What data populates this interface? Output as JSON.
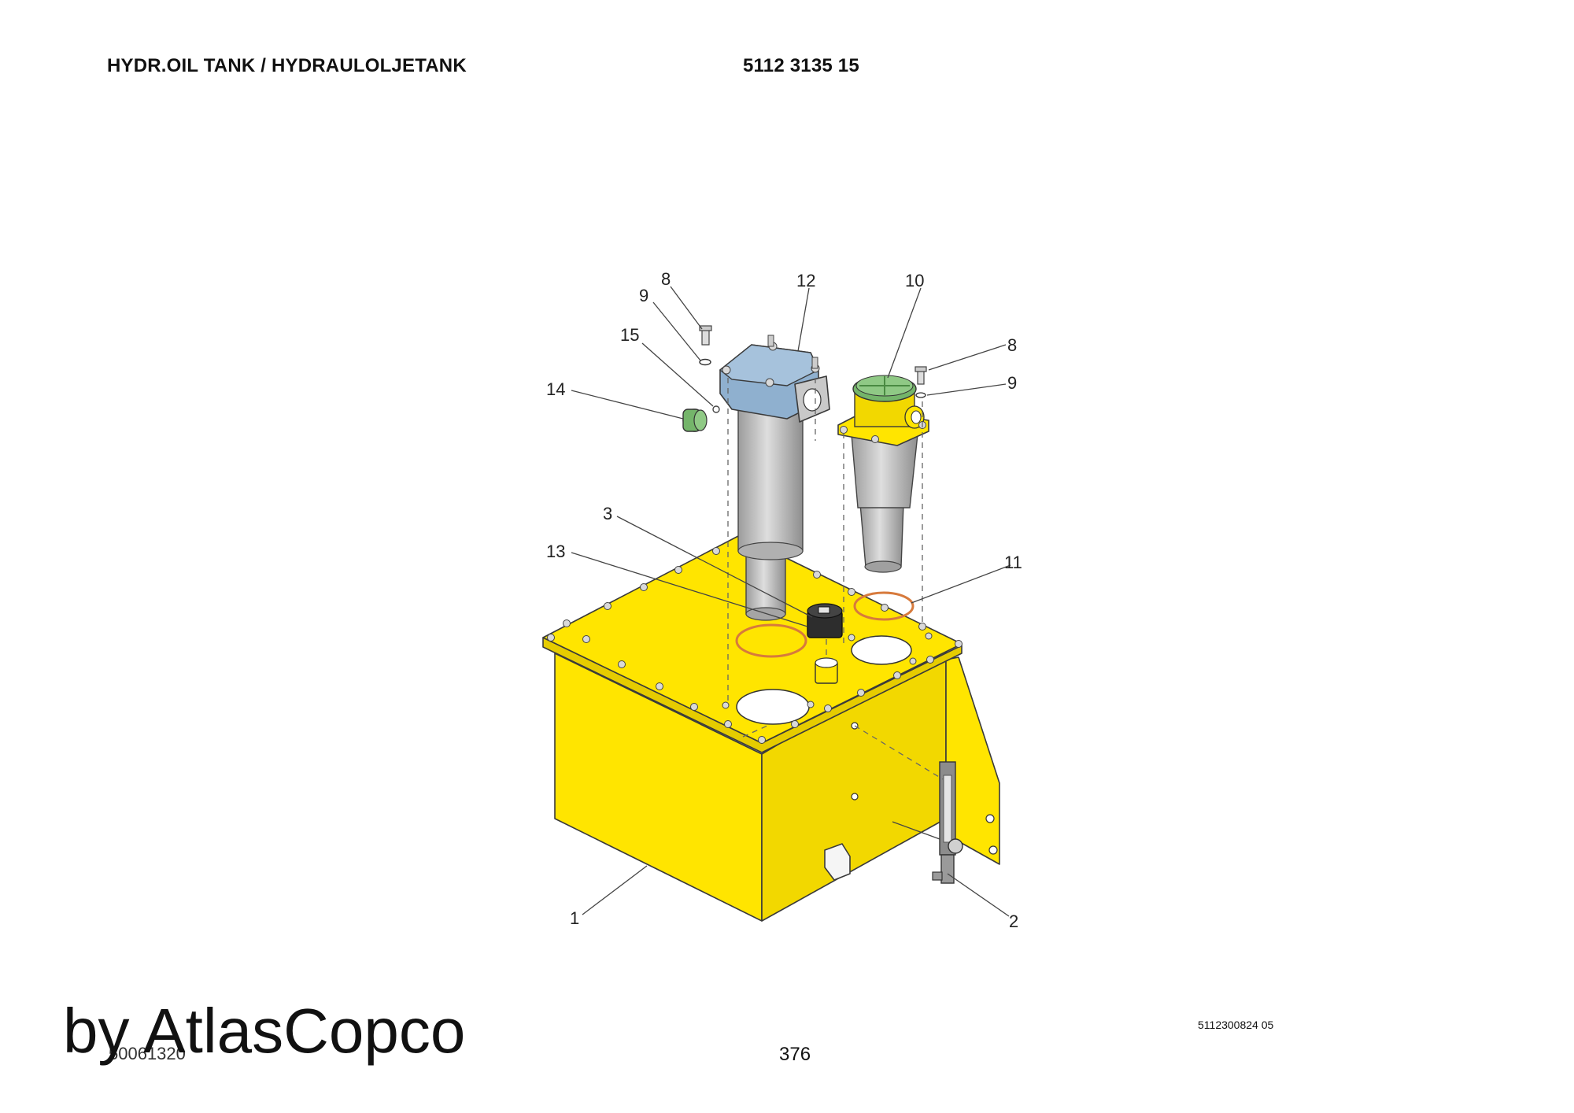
{
  "header": {
    "title": "HYDR.OIL TANK / HYDRAULOLJETANK",
    "part_number": "5112 3135 15"
  },
  "diagram": {
    "callouts": [
      "8",
      "9",
      "15",
      "14",
      "12",
      "10",
      "8",
      "9",
      "3",
      "13",
      "11",
      "1",
      "2"
    ],
    "colors": {
      "tank": "#ffe500",
      "tank_shade": "#f2d800",
      "filter_head_blue": "#8fb0cf",
      "filter_cap_green": "#74b56a",
      "filter_body_grey": "#b9b9b9",
      "o_ring": "#d77a3c",
      "breather_cap": "#2d2d2d"
    }
  },
  "footer": {
    "drawing_ref": "5112300824 05",
    "doc_code": "50061320",
    "page_number": "376",
    "watermark": "by AtlasCopco"
  }
}
